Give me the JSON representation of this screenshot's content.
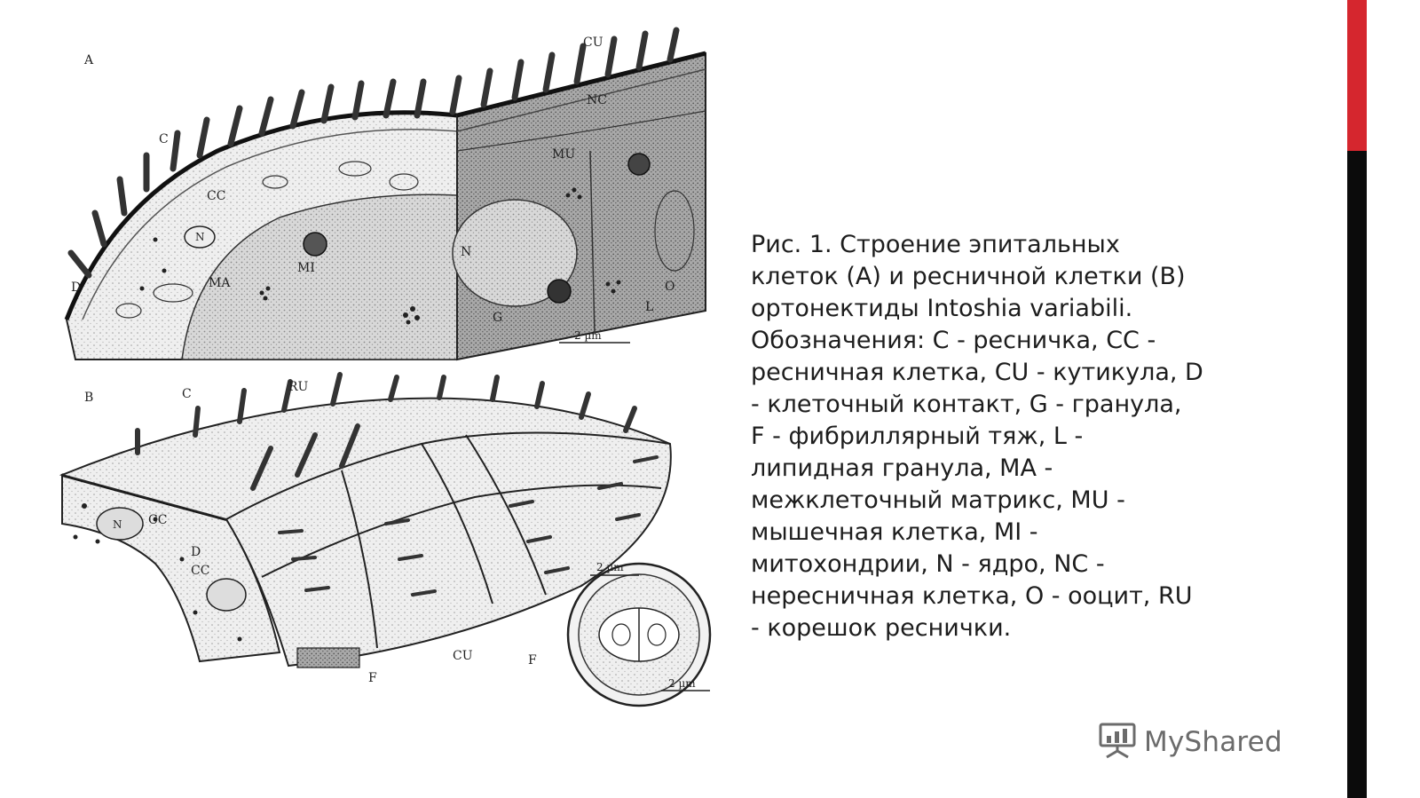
{
  "caption": {
    "lines": [
      "Рис. 1. Строение эпитальных",
      "клеток (A) и ресничной клетки (B)",
      "ортонектиды Intoshia variabili.",
      "Обозначения: C - ресничка, CC -",
      "ресничная клетка, CU - кутикула, D",
      "- клеточный контакт, G - гранула,",
      "F - фибриллярный тяж, L -",
      "липидная гранула, MA -",
      "межклеточный матрикс, MU -",
      "мышечная клетка, MI -",
      "митохондрии, N - ядро, NC -",
      "нересничная клетка, O - ооцит, RU",
      "- корешок реснички."
    ]
  },
  "figure": {
    "panel_a": {
      "letter": "A",
      "labels": {
        "cu": "CU",
        "nc": "NC",
        "c": "C",
        "mu": "MU",
        "cc": "CC",
        "n_small": "N",
        "n_big": "N",
        "mi": "MI",
        "ma": "MA",
        "d": "D",
        "o": "O",
        "l": "L",
        "g": "G"
      },
      "scale": "2 µm"
    },
    "panel_b": {
      "letter": "B",
      "labels": {
        "c": "C",
        "ru": "RU",
        "n": "N",
        "cc1": "CC",
        "d": "D",
        "cc2": "CC",
        "cu": "CU",
        "f1": "F",
        "f2": "F"
      },
      "scale1": "2 µm",
      "scale2": "2 µm"
    }
  },
  "watermark": {
    "text": "MyShared",
    "icon": "presentation-chart-icon"
  },
  "colors": {
    "accent_red": "#d5262e",
    "accent_black": "#0b0b0b",
    "text": "#1d1d1d",
    "watermark": "#6b6b6b"
  }
}
